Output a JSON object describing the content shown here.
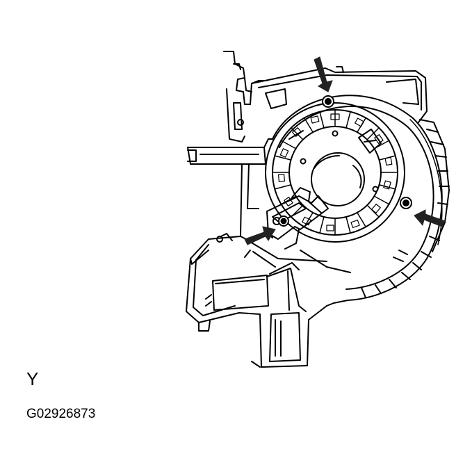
{
  "view_label": "Y",
  "figure_code": "G02926873",
  "colors": {
    "line": "#000000",
    "fill": "#ffffff",
    "arrow": "#222222"
  },
  "parts": [
    "blower-housing",
    "blower-fan-wheel",
    "blower-motor-connector",
    "mounting-screws"
  ],
  "callouts": {
    "arrow_count": 3,
    "screw_count": 3
  }
}
